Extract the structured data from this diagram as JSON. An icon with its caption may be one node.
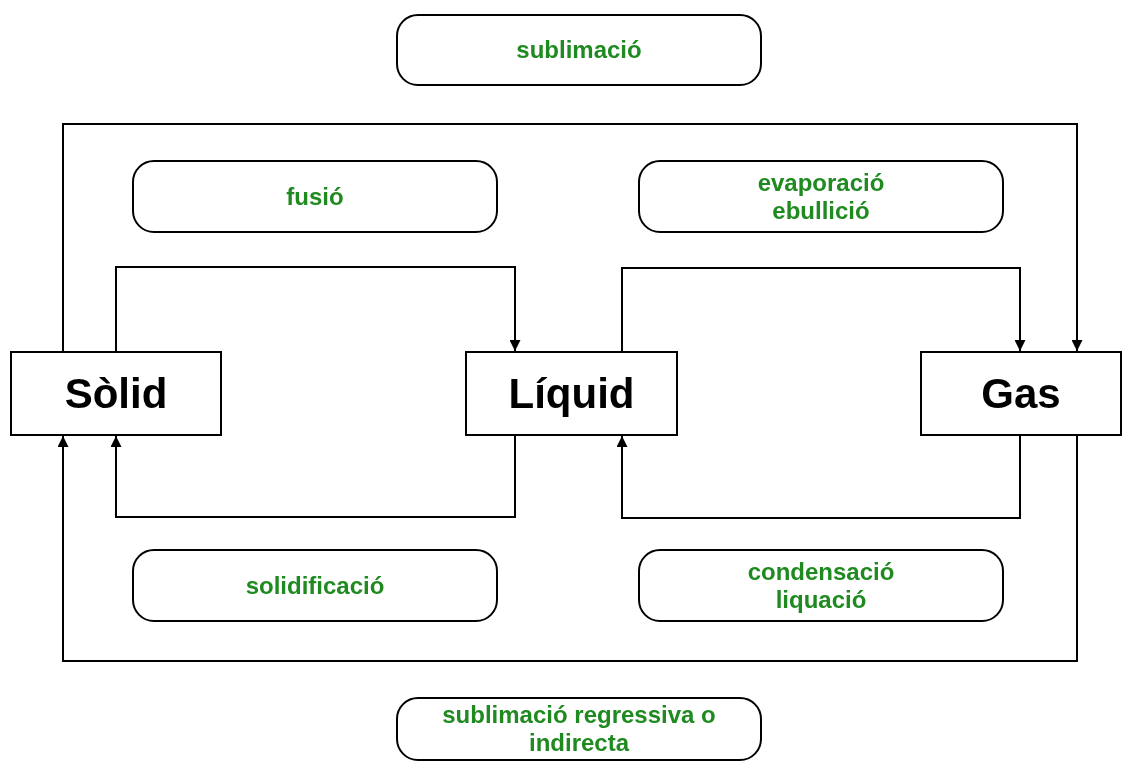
{
  "diagram": {
    "nodes": [
      {
        "text": [
          "sublimació"
        ]
      },
      {
        "text": [
          "fusió"
        ]
      },
      {
        "text": [
          "evaporació ebullició"
        ]
      },
      {
        "text": [
          "Sòlid"
        ]
      },
      {
        "text": [
          "Líquid"
        ]
      },
      {
        "text": [
          "Gas"
        ]
      },
      {
        "text": [
          "solidificació"
        ]
      },
      {
        "text": [
          "condensació liquació"
        ]
      },
      {
        "text": [
          "sublimació regressiva o indirecta"
        ]
      }
    ],
    "edges": [
      {
        "from": 3,
        "to": 4,
        "arrow": "to"
      },
      {
        "from": 4,
        "to": 5,
        "arrow": "to"
      },
      {
        "from": 3,
        "to": 5,
        "arrow": "to"
      },
      {
        "from": 4,
        "to": 3,
        "arrow": "to"
      },
      {
        "from": 5,
        "to": 4,
        "arrow": "to"
      },
      {
        "from": 5,
        "to": 3,
        "arrow": "to"
      }
    ]
  }
}
